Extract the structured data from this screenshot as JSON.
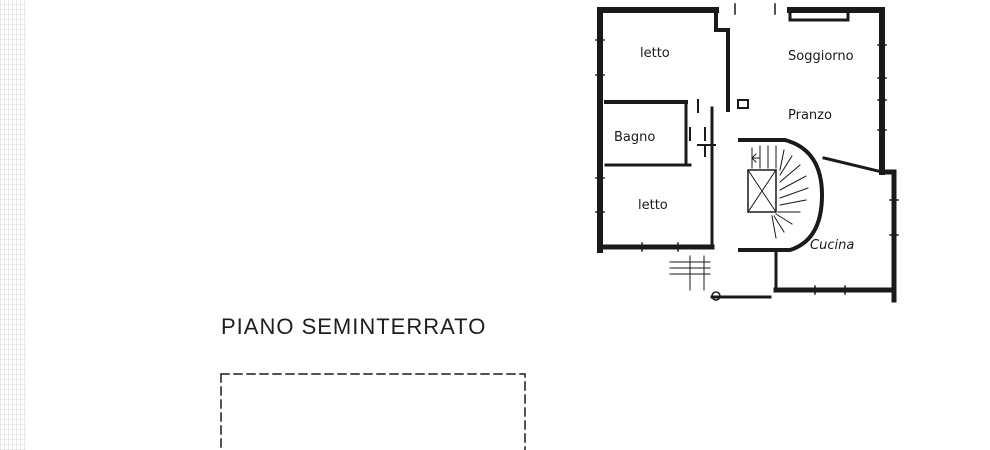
{
  "rooms": {
    "letto_top": "letto",
    "soggiorno": "Soggiorno",
    "pranzo": "Pranzo",
    "bagno": "Bagno",
    "letto_bottom": "letto",
    "cucina": "Cucina"
  },
  "floor_title": "PIANO SEMINTERRATO"
}
